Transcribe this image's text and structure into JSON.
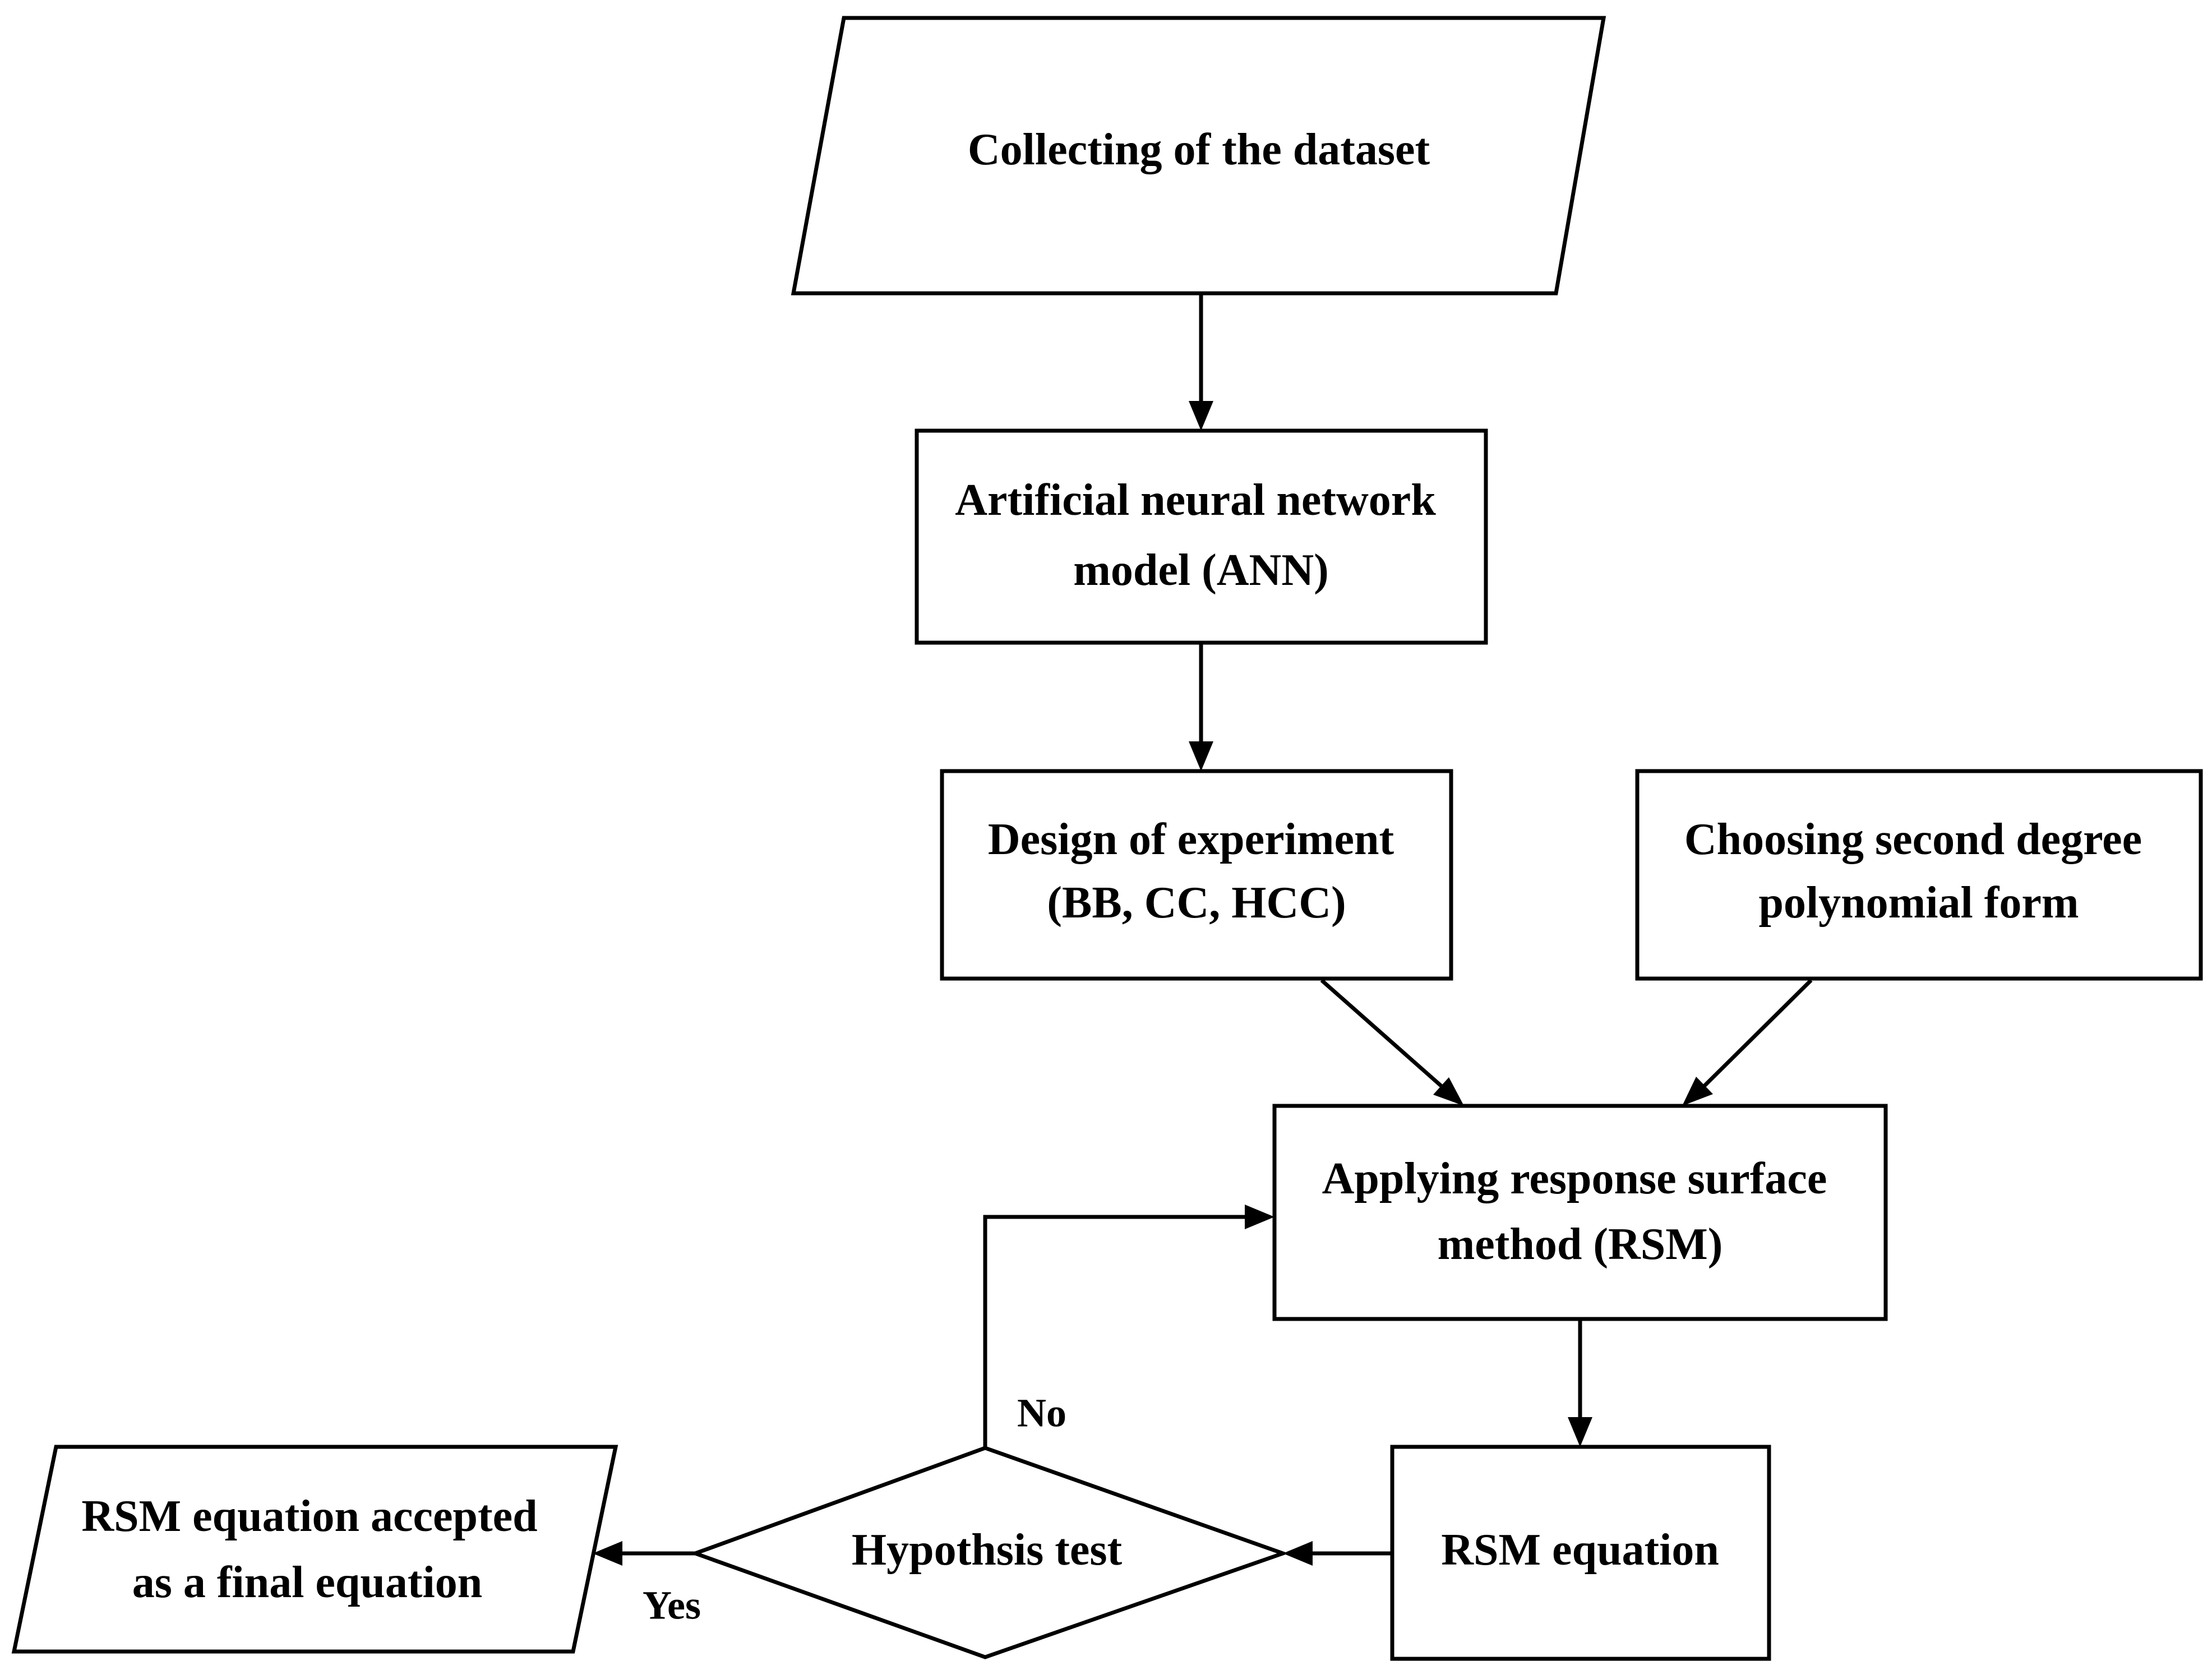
{
  "nodes": {
    "collect": {
      "lines": [
        "Collecting of the dataset"
      ]
    },
    "ann": {
      "lines": [
        "Artificial neural network",
        "model (ANN)"
      ]
    },
    "doe": {
      "lines": [
        "Design of experiment",
        "(BB, CC, HCC)"
      ]
    },
    "poly": {
      "lines": [
        "Choosing second degree",
        "polynomial form"
      ]
    },
    "rsm_apply": {
      "lines": [
        "Applying response surface",
        "method (RSM)"
      ]
    },
    "rsm_eq": {
      "lines": [
        "RSM equation"
      ]
    },
    "hypo": {
      "lines": [
        "Hypothsis test"
      ]
    },
    "final": {
      "lines": [
        "RSM equation accepted",
        "as a final equation"
      ]
    }
  },
  "edge_labels": {
    "no": "No",
    "yes": "Yes"
  },
  "colors": {
    "stroke": "#000000",
    "fill": "#ffffff"
  }
}
